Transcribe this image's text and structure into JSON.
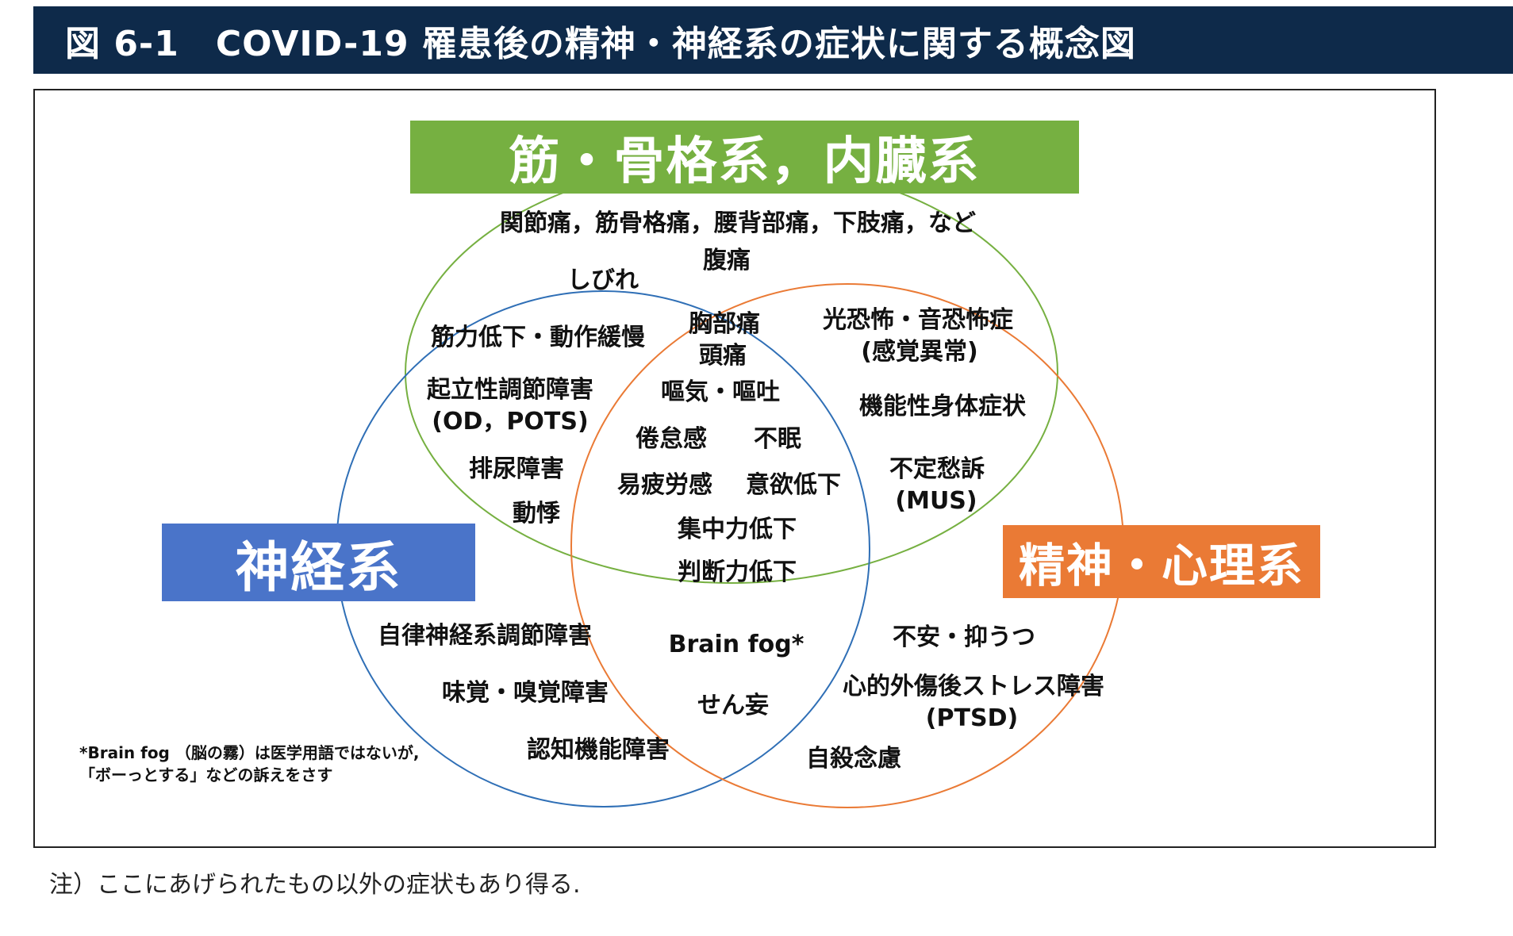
{
  "title": {
    "figure_no": "図 6-1",
    "text": "COVID-19 罹患後の精神・神経系の症状に関する概念図"
  },
  "categories": {
    "musculoskeletal": "筋・骨格系，内臓系",
    "neurological": "神経系",
    "psychological": "精神・心理系"
  },
  "colors": {
    "title_bar": "#0e2a4a",
    "green": "#76b041",
    "blue": "#4a74c9",
    "orange": "#ea7a35"
  },
  "symptoms": {
    "joint_pain": "関節痛，筋骨格痛，腰背部痛，下肢痛，など",
    "abdominal_pain": "腹痛",
    "numbness": "しびれ",
    "weakness": "筋力低下・動作緩慢",
    "chest_pain": "胸部痛",
    "headache": "頭痛",
    "photophobia": "光恐怖・音恐怖症",
    "sensory": "(感覚異常)",
    "orthostatic": "起立性調節障害",
    "od_pots": "(OD，POTS)",
    "nausea": "嘔気・嘔吐",
    "functional": "機能性身体症状",
    "fatigue": "倦怠感",
    "insomnia": "不眠",
    "urinary": "排尿障害",
    "tiredness": "易疲労感",
    "low_motivation": "意欲低下",
    "mus_a": "不定愁訴",
    "mus_b": "(MUS)",
    "palpitation": "動悸",
    "concentration": "集中力低下",
    "judgment": "判断力低下",
    "autonomic": "自律神経系調節障害",
    "brain_fog": "Brain fog*",
    "anxiety": "不安・抑うつ",
    "taste_smell": "味覚・嗅覚障害",
    "delirium": "せん妄",
    "ptsd_a": "心的外傷後ストレス障害",
    "ptsd_b": "(PTSD)",
    "cognitive": "認知機能障害",
    "suicidal": "自殺念慮"
  },
  "notes": {
    "brain_fog_1": "*Brain fog （脳の霧）は医学用語ではないが,",
    "brain_fog_2": "「ボーっとする」などの訴えをさす",
    "footnote": "注）ここにあげられたもの以外の症状もあり得る."
  }
}
